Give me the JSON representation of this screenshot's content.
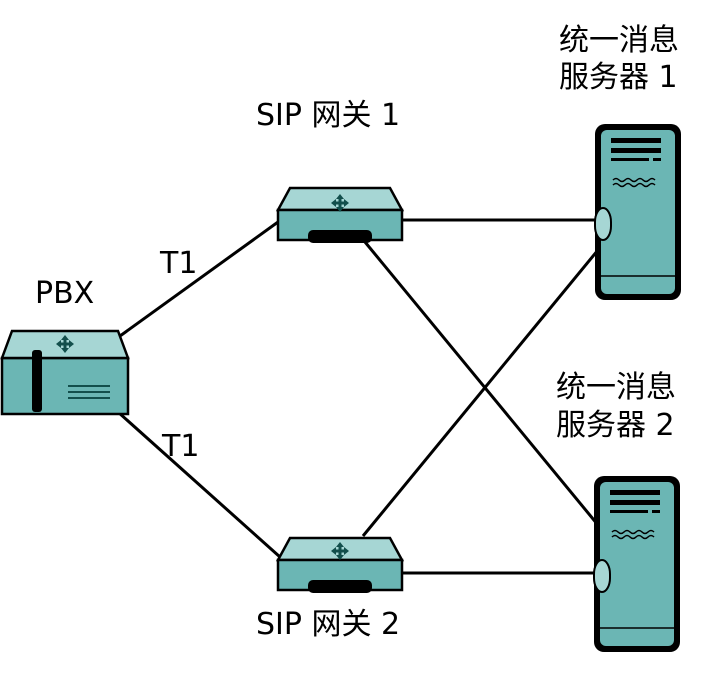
{
  "labels": {
    "pbx": "PBX",
    "gateway1": "SIP 网关 1",
    "gateway2": "SIP 网关 2",
    "server1_line1": "统一消息",
    "server1_line2": "服务器 1",
    "server2_line1": "统一消息",
    "server2_line2": "服务器 2",
    "trunk_top": "T1",
    "trunk_bottom": "T1"
  },
  "colors": {
    "device_fill": "#6bb6b4",
    "device_top": "#a6d6d4",
    "device_outline": "#000000",
    "line": "#000000",
    "background": "#ffffff"
  },
  "icons": {
    "pbx": "pbx-switch-icon",
    "gateway": "router-gateway-icon",
    "server": "tower-server-icon"
  }
}
